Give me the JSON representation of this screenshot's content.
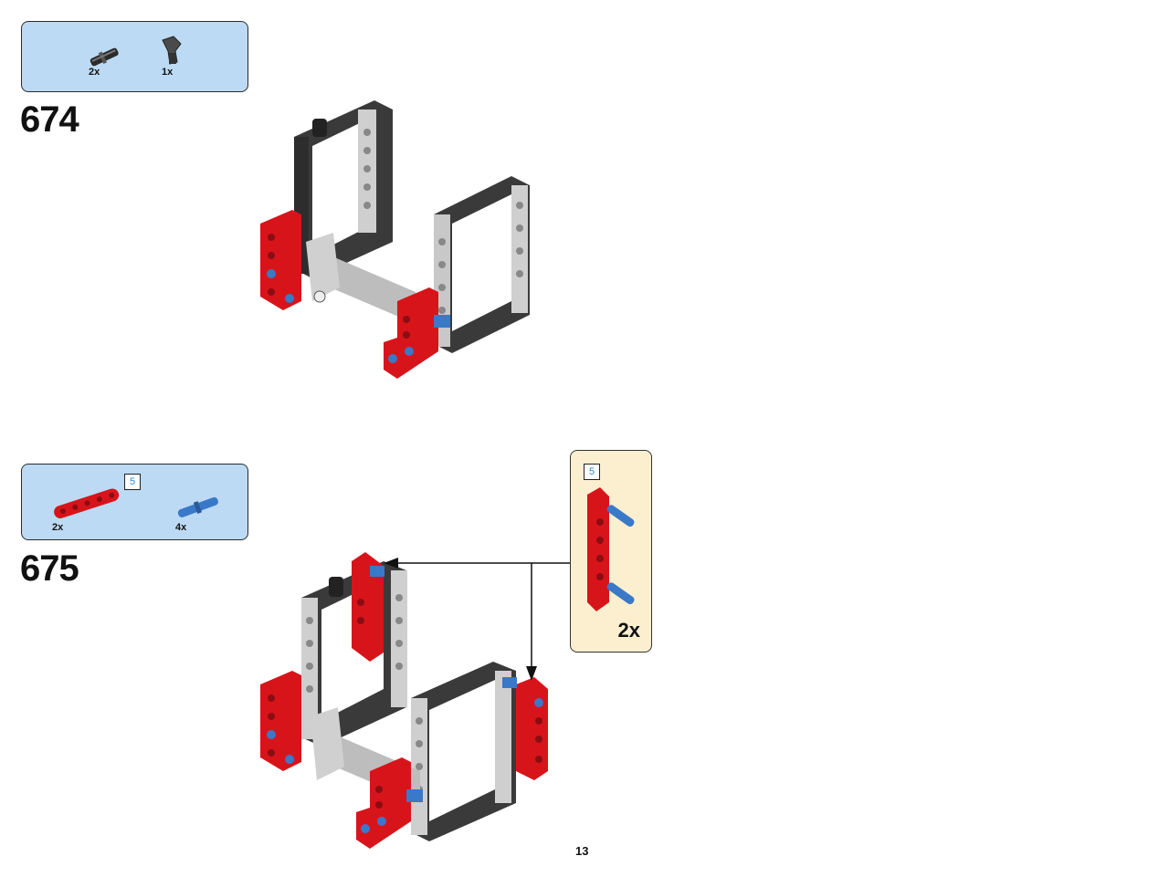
{
  "steps": [
    {
      "number": "674",
      "parts": [
        {
          "icon": "black-pin-icon",
          "qty": "2x"
        },
        {
          "icon": "angle-connector-icon",
          "qty": "1x"
        }
      ]
    },
    {
      "number": "675",
      "parts": [
        {
          "icon": "red-beam-5-icon",
          "qty": "2x",
          "length": "5"
        },
        {
          "icon": "blue-pin-icon",
          "qty": "4x"
        }
      ]
    }
  ],
  "callout": {
    "length": "5",
    "qty": "2x"
  },
  "page_number": "13",
  "colors": {
    "parts_box": "#bcdaf4",
    "callout_box": "#fcefd0",
    "red": "#d8141b",
    "dark_gray": "#3a3a3a",
    "light_gray": "#c8c8c8",
    "blue": "#3a78c8"
  }
}
